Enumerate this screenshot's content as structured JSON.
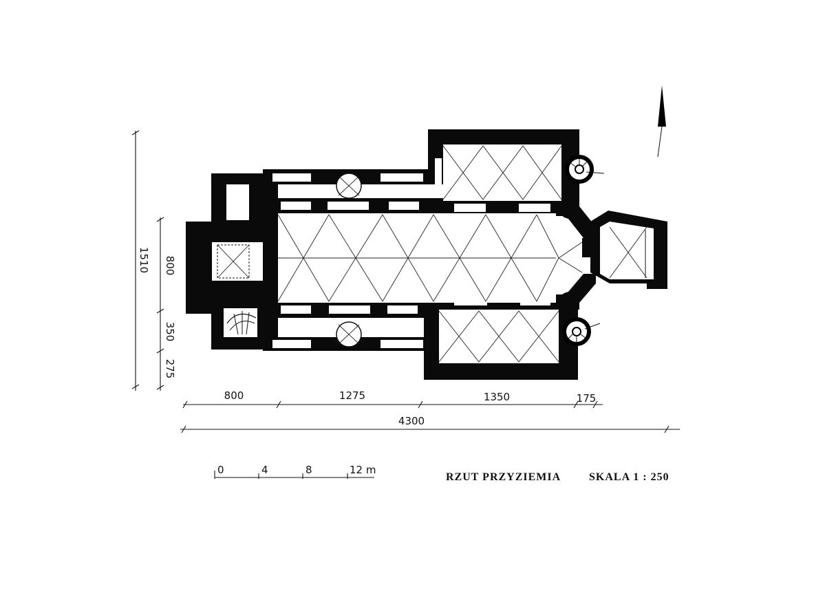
{
  "plan": {
    "title": "RZUT PRZYZIEMIA",
    "scale": "SKALA 1 : 250"
  },
  "dimensions": {
    "total_height": "1510",
    "side_height_1": "800",
    "side_height_2": "350",
    "side_height_3": "275",
    "bottom_1": "800",
    "bottom_2": "1275",
    "bottom_3": "1350",
    "bottom_4": "175",
    "total_length": "4300"
  },
  "scale_bar": {
    "ticks": [
      "0",
      "4",
      "8",
      "12 m"
    ]
  },
  "north_arrow": {
    "icon": "north-arrow-icon"
  },
  "colors": {
    "ink": "#0a0a0a",
    "paper": "#ffffff"
  }
}
